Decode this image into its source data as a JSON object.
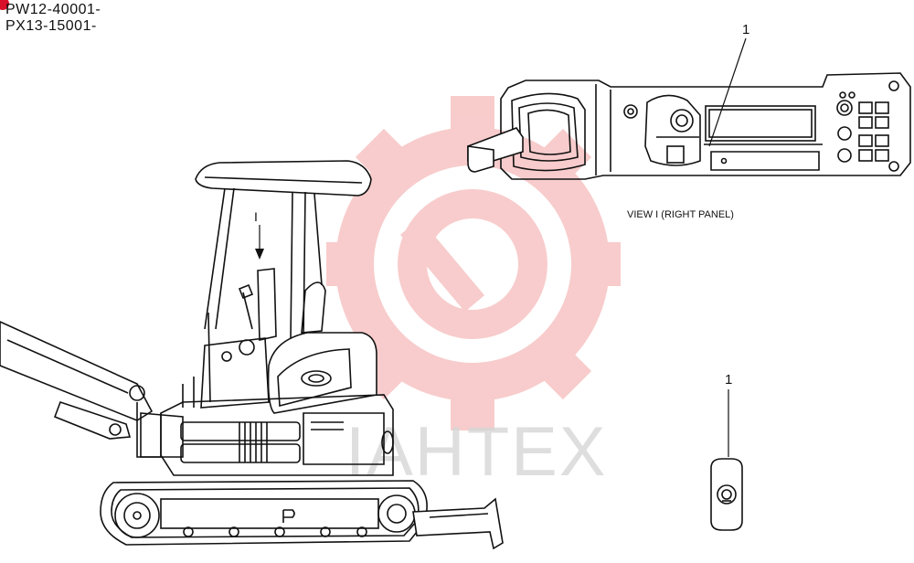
{
  "serial_numbers": [
    "PW12-40001-",
    "PX13-15001-"
  ],
  "view_label": "VIEW  I (RIGHT PANEL)",
  "view_arrow_label": "I",
  "callouts": [
    "1",
    "1"
  ],
  "watermark": {
    "text": "IАНТЕХ",
    "gear_color": "#f4a3a3",
    "text_color": "#d9d9d9"
  },
  "corner_dot_color": "#d9102a"
}
